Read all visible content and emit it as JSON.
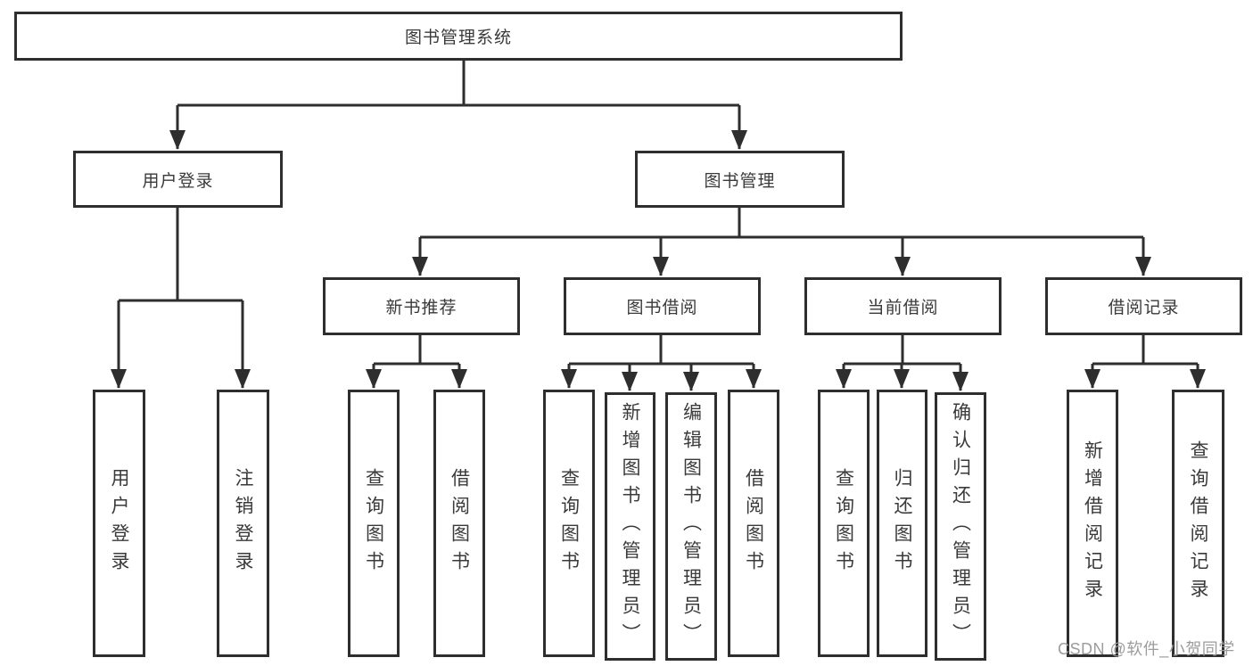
{
  "tree": {
    "root": {
      "label": "图书管理系统",
      "children": [
        {
          "label": "用户登录",
          "children": [
            {
              "label": "用户登录"
            },
            {
              "label": "注销登录"
            }
          ]
        },
        {
          "label": "图书管理",
          "children": [
            {
              "label": "新书推荐",
              "children": [
                {
                  "label": "查询图书"
                },
                {
                  "label": "借阅图书"
                }
              ]
            },
            {
              "label": "图书借阅",
              "children": [
                {
                  "label": "查询图书"
                },
                {
                  "label": "新增图书（管理员）"
                },
                {
                  "label": "编辑图书（管理员）"
                },
                {
                  "label": "借阅图书"
                }
              ]
            },
            {
              "label": "当前借阅",
              "children": [
                {
                  "label": "查询图书"
                },
                {
                  "label": "归还图书"
                },
                {
                  "label": "确认归还（管理员）"
                }
              ]
            },
            {
              "label": "借阅记录",
              "children": [
                {
                  "label": "新增借阅记录"
                },
                {
                  "label": "查询借阅记录"
                }
              ]
            }
          ]
        }
      ]
    }
  },
  "watermark": {
    "text": "CSDN @软件_小贺同学"
  },
  "colors": {
    "line": "#2e2e2e",
    "text": "#3a3a3a",
    "background": "#ffffff",
    "watermark": "#9c9c9c"
  }
}
